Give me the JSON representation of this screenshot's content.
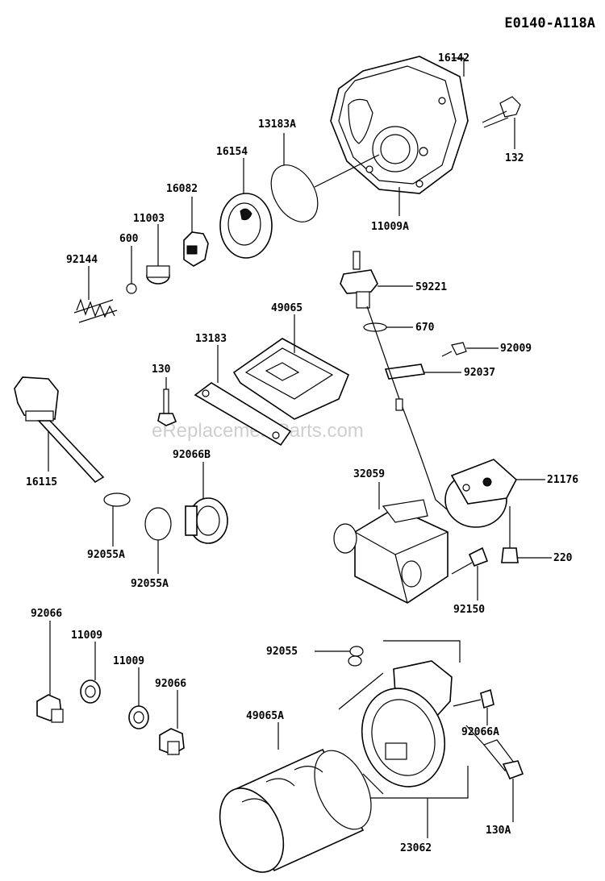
{
  "diagram_code": "E0140-A118A",
  "watermark": "eReplacementParts.com",
  "labels": {
    "p16142": "16142",
    "p132": "132",
    "p13183A": "13183A",
    "p16154": "16154",
    "p11009A": "11009A",
    "p16082": "16082",
    "p11003": "11003",
    "p600": "600",
    "p92144": "92144",
    "p59221": "59221",
    "p49065": "49065",
    "p670": "670",
    "p13183": "13183",
    "p92009": "92009",
    "p130": "130",
    "p92037": "92037",
    "p16115": "16115",
    "p92066B": "92066B",
    "p32059": "32059",
    "p21176": "21176",
    "p92055A_a": "92055A",
    "p92055A_b": "92055A",
    "p220": "220",
    "p92150": "92150",
    "p92066_a": "92066",
    "p11009_a": "11009",
    "p11009_b": "11009",
    "p92066_b": "92066",
    "p92055": "92055",
    "p92066A": "92066A",
    "p49065A": "49065A",
    "p130A": "130A",
    "p23062": "23062"
  }
}
